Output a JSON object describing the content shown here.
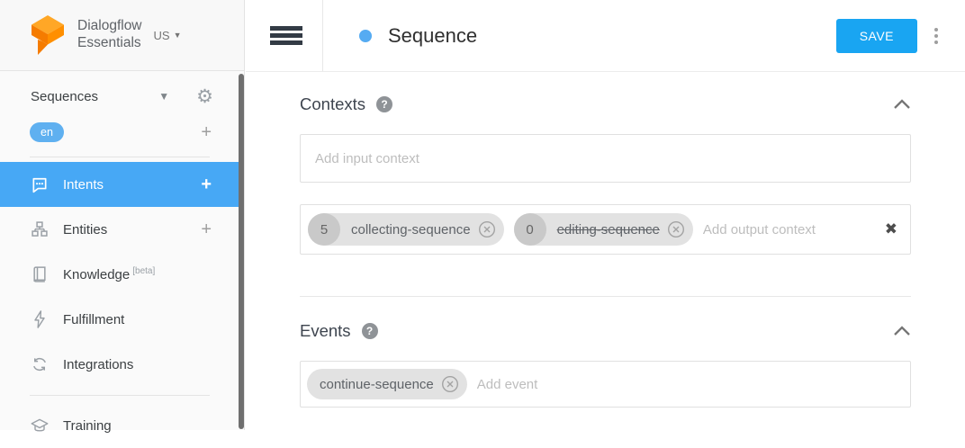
{
  "sidebar": {
    "brand": {
      "line1": "Dialogflow",
      "line2": "Essentials",
      "region": "US"
    },
    "agent": {
      "name": "Sequences",
      "language": "en",
      "add_language_label": "+"
    },
    "items": [
      {
        "label": "Intents",
        "plus": "+"
      },
      {
        "label": "Entities",
        "plus": "+"
      },
      {
        "label": "Knowledge",
        "badge": "[beta]"
      },
      {
        "label": "Fulfillment"
      },
      {
        "label": "Integrations"
      },
      {
        "label": "Training"
      }
    ]
  },
  "header": {
    "title": "Sequence",
    "save_label": "SAVE"
  },
  "contexts": {
    "title": "Contexts",
    "help_glyph": "?",
    "input_placeholder": "Add input context",
    "output_placeholder": "Add output context",
    "clear_glyph": "✖",
    "output_chips": [
      {
        "lifespan": "5",
        "name": "collecting-sequence",
        "strikethrough": false
      },
      {
        "lifespan": "0",
        "name": "editing-sequence",
        "strikethrough": true
      }
    ]
  },
  "events": {
    "title": "Events",
    "help_glyph": "?",
    "placeholder": "Add event",
    "chips": [
      {
        "name": "continue-sequence"
      }
    ]
  },
  "colors": {
    "selected_item_blue": "#47a8f5",
    "save_button_blue": "#19a5f2",
    "language_chip_blue": "#5fb0f0",
    "title_dot_blue": "#55abf2",
    "logo_orange": "#ff9800",
    "chip_gray": "#e2e2e2",
    "chip_number_gray": "#c9c9c9"
  }
}
